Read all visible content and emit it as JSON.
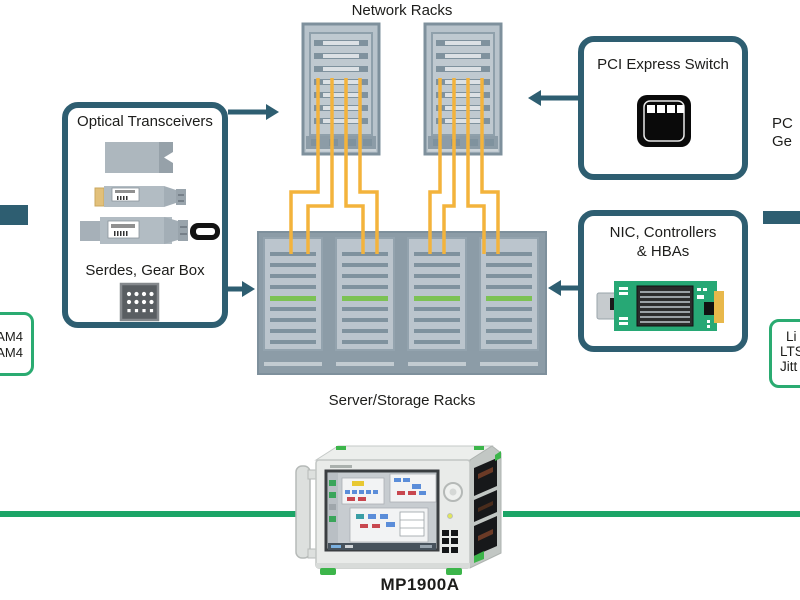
{
  "labels": {
    "network_racks": "Network Racks",
    "server_racks": "Server/Storage Racks",
    "instrument": "MP1900A"
  },
  "boxes": {
    "optical": {
      "title": "Optical Transceivers",
      "serdes": "Serdes, Gear Box"
    },
    "pcie_switch": {
      "title": "PCI Express Switch"
    },
    "nic": {
      "line1": "NIC, Controllers",
      "line2": "& HBAs"
    }
  },
  "edge_fragments": {
    "left_box_lines": [
      "AM4",
      "AM4"
    ],
    "right_text_lines": [
      "PC",
      "Ge"
    ],
    "right_box_lines": [
      "Li",
      "LTS",
      "Jitt"
    ]
  },
  "icons": {
    "optical_modules": [
      "cfp-module-icon",
      "qsfp-module-icon",
      "qsfp-dd-module-icon"
    ],
    "serdes": "serdes-chip-icon",
    "pcie_switch": "pcie-switch-chip-icon",
    "nic": "nic-card-icon"
  },
  "colors": {
    "teal": "#2e5e71",
    "cable_yellow": "#f3b33c",
    "green_accent": "#2aab71",
    "green_line": "#1ca567",
    "rack_fill": "#b8c3cb",
    "rack_frame": "#8c9ca7",
    "slat": "#7f929e",
    "green_slat": "#7cc254",
    "instrument_green": "#3cb54a",
    "text": "#1d1d1b"
  }
}
